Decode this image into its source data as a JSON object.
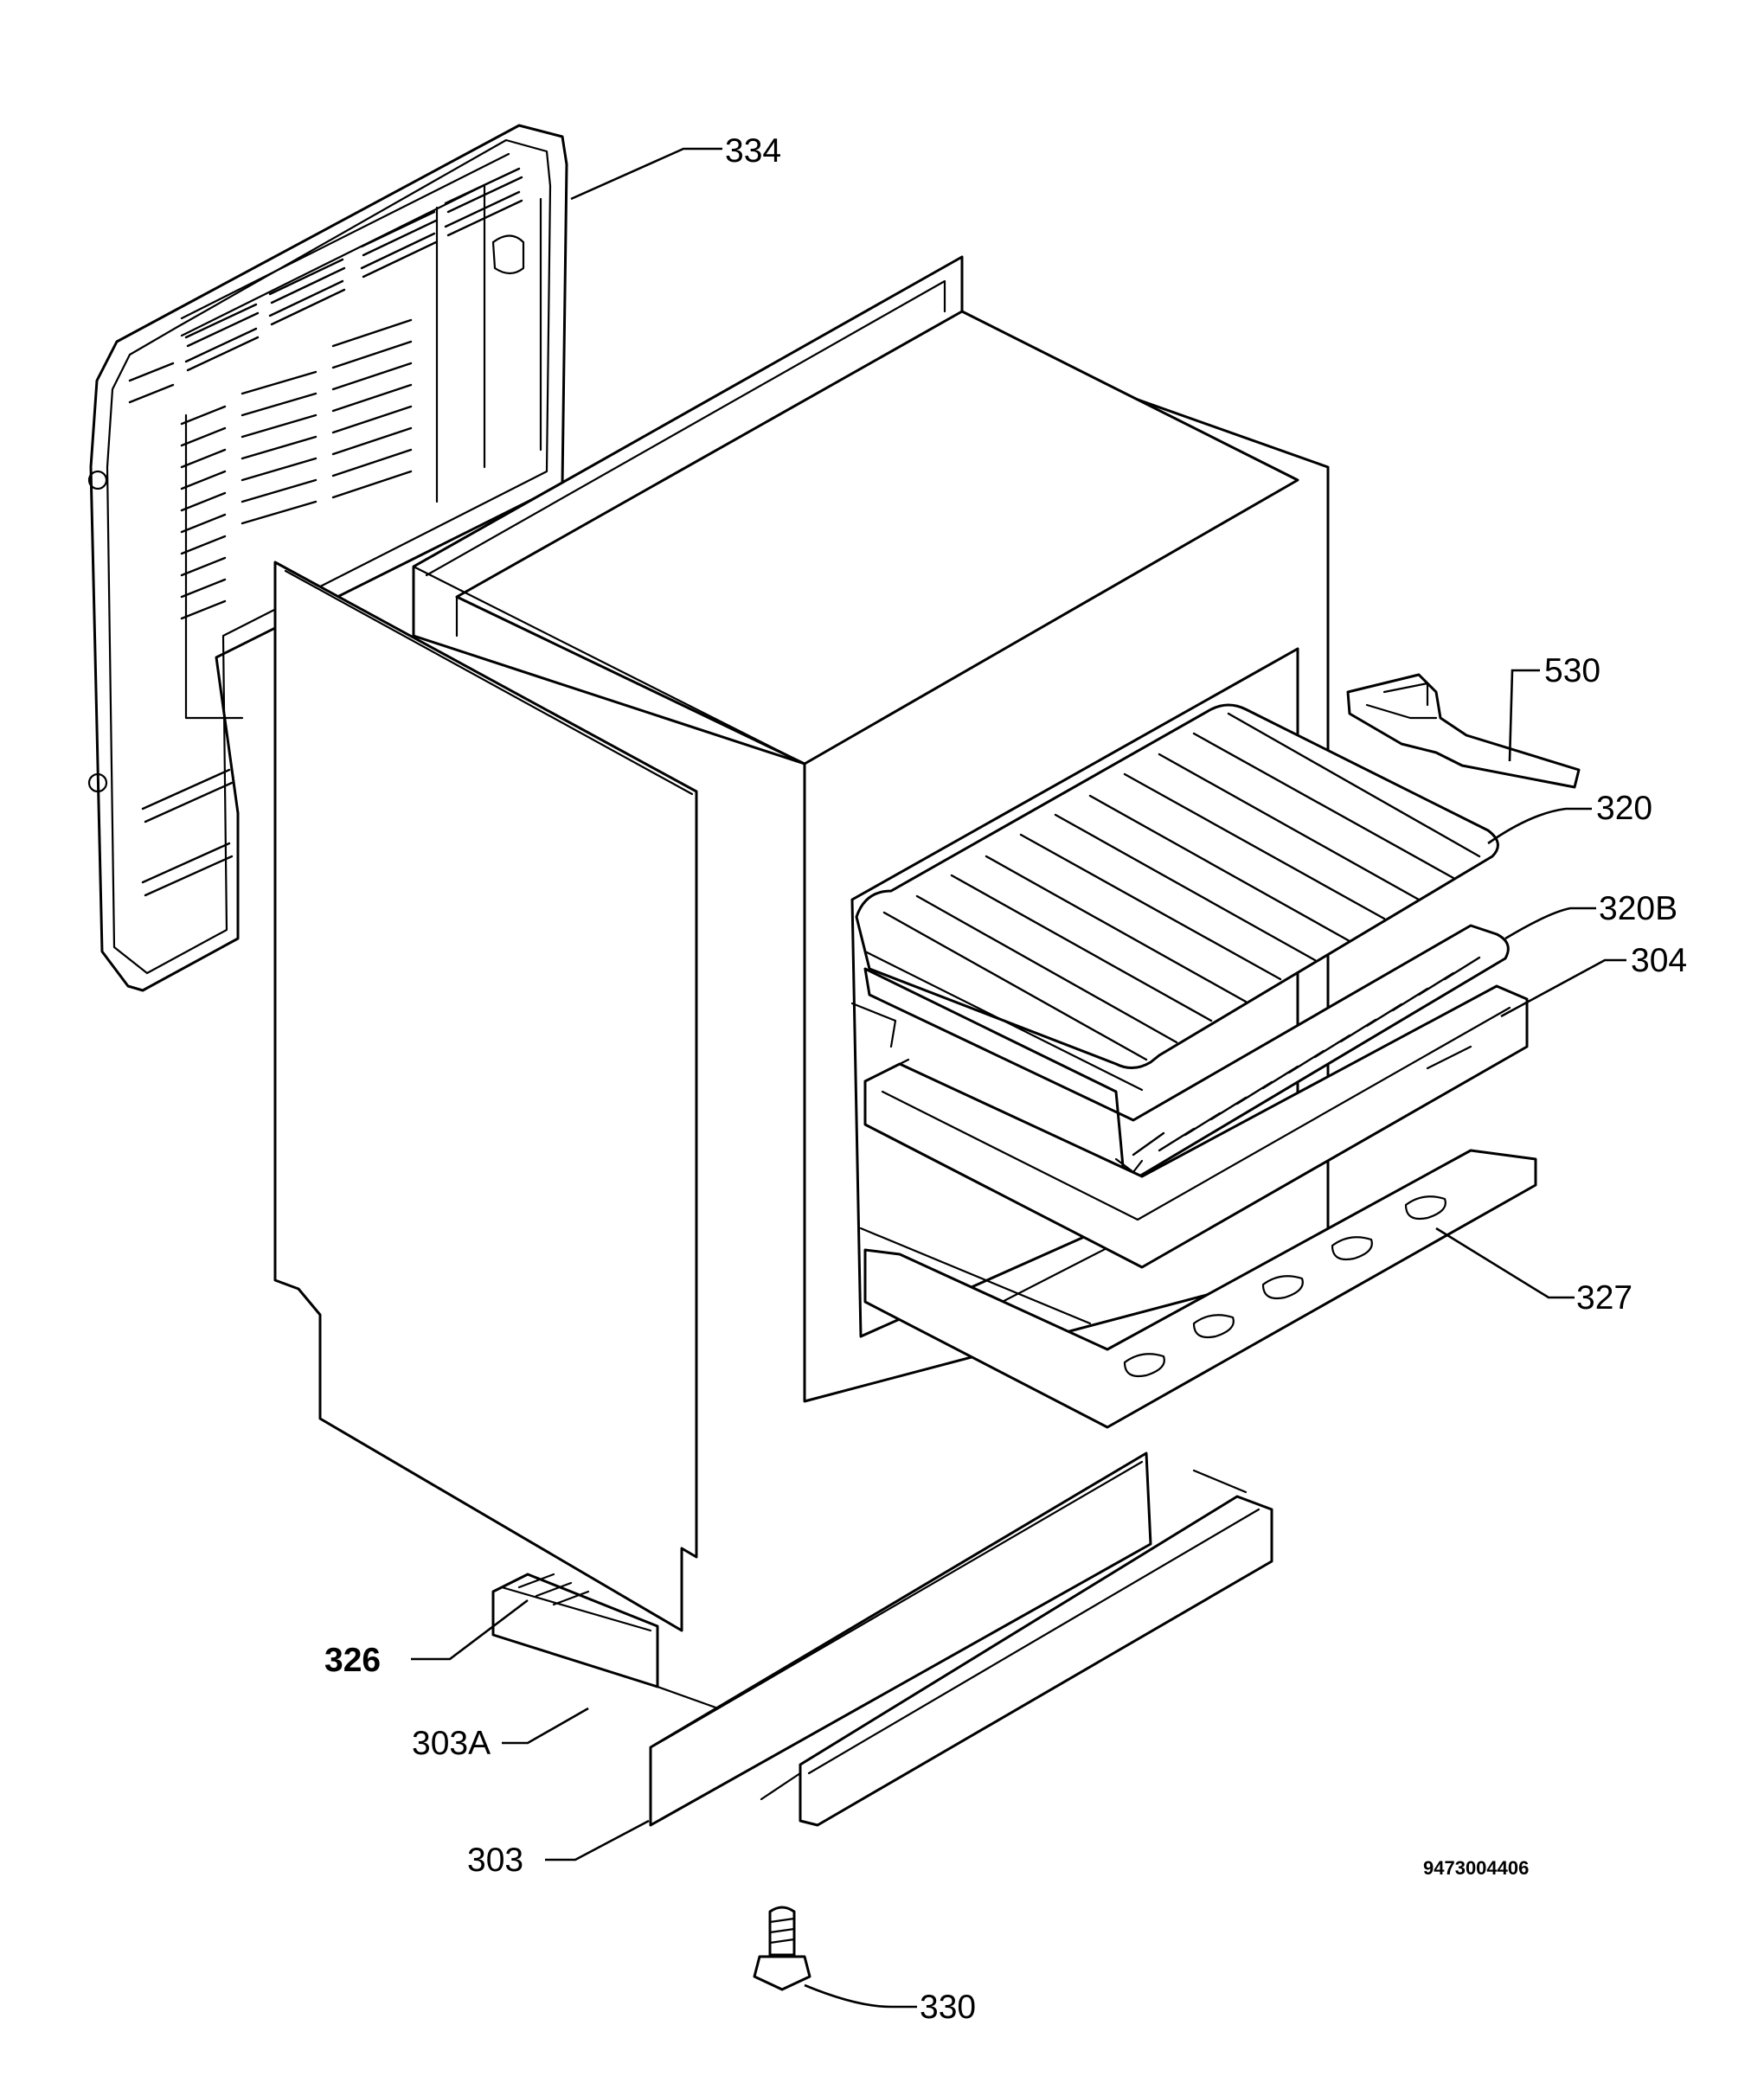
{
  "diagram": {
    "part_labels": {
      "p334": "334",
      "p530": "530",
      "p320": "320",
      "p320b": "320B",
      "p304": "304",
      "p327": "327",
      "p326": "326",
      "p303a": "303A",
      "p303": "303",
      "p330": "330"
    },
    "drawing_code": "9473004406"
  }
}
